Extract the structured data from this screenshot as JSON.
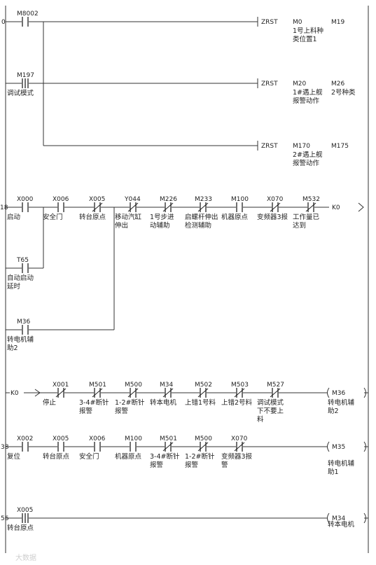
{
  "rungs": [
    {
      "step": "0",
      "contacts": [
        {
          "addr": "M8002",
          "kind": "no",
          "comment": []
        }
      ],
      "outputs": [
        {
          "instr": "ZRST",
          "op1": "M0",
          "op2": "M19",
          "comment": [
            "1号上料种",
            "类位置1"
          ]
        },
        {
          "instr": "ZRST",
          "op1": "M20",
          "op2": "M26",
          "comment": [
            "1#遇上舰",
            "报警动作"
          ],
          "comment2": [
            "2号种类"
          ]
        },
        {
          "instr": "ZRST",
          "op1": "M170",
          "op2": "M175",
          "comment": [
            "2#遇上舰",
            "报警动作"
          ]
        }
      ],
      "branch_contacts": [
        {
          "addr": "M197",
          "kind": "pulse",
          "comment": [
            "调试模式"
          ]
        }
      ]
    },
    {
      "step": "18",
      "contacts": [
        {
          "addr": "X000",
          "kind": "no",
          "comment": [
            "启动"
          ]
        },
        {
          "addr": "X006",
          "kind": "no",
          "comment": [
            "安全门"
          ]
        },
        {
          "addr": "X005",
          "kind": "nc",
          "comment": [
            "转台原点"
          ]
        },
        {
          "addr": "Y044",
          "kind": "nc",
          "comment": [
            "移动汽缸",
            "伸出"
          ]
        },
        {
          "addr": "M226",
          "kind": "nc",
          "comment": [
            "1号步进",
            "动辅助"
          ]
        },
        {
          "addr": "M233",
          "kind": "nc",
          "comment": [
            "启螺杆伸出",
            "检测辅助"
          ]
        },
        {
          "addr": "M100",
          "kind": "no",
          "comment": [
            "机器原点"
          ]
        },
        {
          "addr": "X070",
          "kind": "nc",
          "comment": [
            "变频器3报"
          ]
        },
        {
          "addr": "M532",
          "kind": "nc",
          "comment": [
            "工作量已",
            "达到"
          ]
        }
      ],
      "branch_contacts": [
        {
          "addr": "T65",
          "kind": "no",
          "comment": [
            "自动启动",
            "延时"
          ]
        },
        {
          "addr": "M36",
          "kind": "no",
          "comment": [
            "转电机辅",
            "助2"
          ]
        }
      ],
      "jump": "K0"
    },
    {
      "step": "",
      "label": "K0",
      "contacts": [
        {
          "addr": "X001",
          "kind": "nc",
          "comment": [
            "停止"
          ]
        },
        {
          "addr": "M501",
          "kind": "nc",
          "comment": [
            "3-4#断针",
            "报警"
          ]
        },
        {
          "addr": "M500",
          "kind": "nc",
          "comment": [
            "1-2#断针",
            "报警"
          ]
        },
        {
          "addr": "M34",
          "kind": "nc",
          "comment": [
            "转本电机"
          ]
        },
        {
          "addr": "M502",
          "kind": "nc",
          "comment": [
            "上错1号料"
          ]
        },
        {
          "addr": "M503",
          "kind": "nc",
          "comment": [
            "上错2号料"
          ]
        },
        {
          "addr": "M527",
          "kind": "nc",
          "comment": [
            "调试模式",
            "下不要上",
            "料"
          ]
        }
      ],
      "coil": {
        "addr": "M36",
        "comment": [
          "转电机辅",
          "助2"
        ]
      }
    },
    {
      "step": "38",
      "contacts": [
        {
          "addr": "X002",
          "kind": "no",
          "comment": [
            "复位"
          ]
        },
        {
          "addr": "X005",
          "kind": "no",
          "comment": [
            "转台原点"
          ]
        },
        {
          "addr": "X006",
          "kind": "no",
          "comment": [
            "安全门"
          ]
        },
        {
          "addr": "M100",
          "kind": "no",
          "comment": [
            "机器原点"
          ]
        },
        {
          "addr": "M501",
          "kind": "nc",
          "comment": [
            "3-4#断针",
            "报警"
          ]
        },
        {
          "addr": "M500",
          "kind": "nc",
          "comment": [
            "1-2#断针",
            "报警"
          ]
        },
        {
          "addr": "X070",
          "kind": "nc",
          "comment": [
            "变频器3报",
            "警"
          ]
        }
      ],
      "coil": {
        "addr": "M35",
        "comment": [
          "转电机辅",
          "助1"
        ]
      }
    },
    {
      "step": "56",
      "contacts": [
        {
          "addr": "X005",
          "kind": "pulse",
          "comment": [
            "转台原点"
          ]
        }
      ],
      "coil": {
        "addr": "M34",
        "comment": [
          "转本电机"
        ]
      }
    }
  ],
  "watermark": "大数据"
}
